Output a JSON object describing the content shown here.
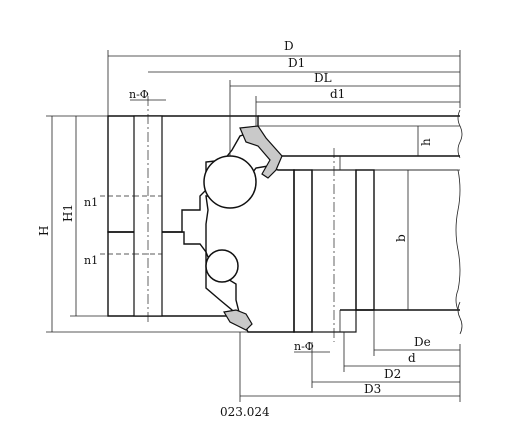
{
  "figure_code": "023.024",
  "dimensions": {
    "D": "D",
    "D1": "D1",
    "DL": "DL",
    "d1": "d1",
    "H": "H",
    "H1": "H1",
    "h": "h",
    "b": "b",
    "De": "De",
    "d": "d",
    "D2": "D2",
    "D3": "D3",
    "n1_top": "n1",
    "n1_bottom": "n1",
    "hole_top": "n-Φ",
    "hole_bottom": "n-Φ"
  }
}
